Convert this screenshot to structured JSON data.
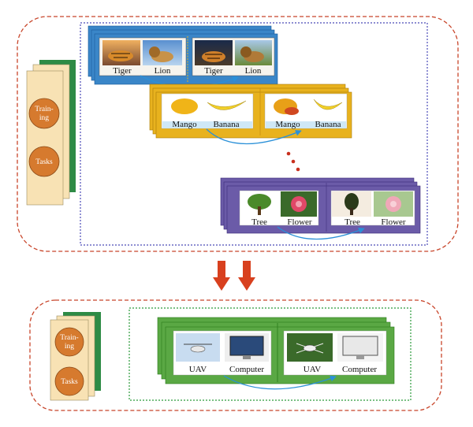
{
  "legend": {
    "line1": "Train-",
    "line2": "ing",
    "tasks": "Tasks"
  },
  "groups": {
    "animals": {
      "pair1": [
        "Tiger",
        "Lion"
      ],
      "pair2": [
        "Tiger",
        "Lion"
      ]
    },
    "fruits": {
      "pair1": [
        "Mango",
        "Banana"
      ],
      "pair2": [
        "Mango",
        "Banana"
      ]
    },
    "plants": {
      "pair1": [
        "Tree",
        "Flower"
      ],
      "pair2": [
        "Tree",
        "Flower"
      ]
    },
    "devices": {
      "pair1": [
        "UAV",
        "Computer"
      ],
      "pair2": [
        "UAV",
        "Computer"
      ]
    }
  },
  "colors": {
    "outer_border": "#c8452a",
    "animal_frame": "#3a86c8",
    "fruit_frame": "#e8b21e",
    "plant_frame": "#6b5ba8",
    "device_frame": "#5aa844",
    "arrow": "#d8401e",
    "circle": "#d67a2e",
    "card": "#f8e2b4",
    "card_back": "#2e8b45",
    "curve": "#2a90d8"
  }
}
